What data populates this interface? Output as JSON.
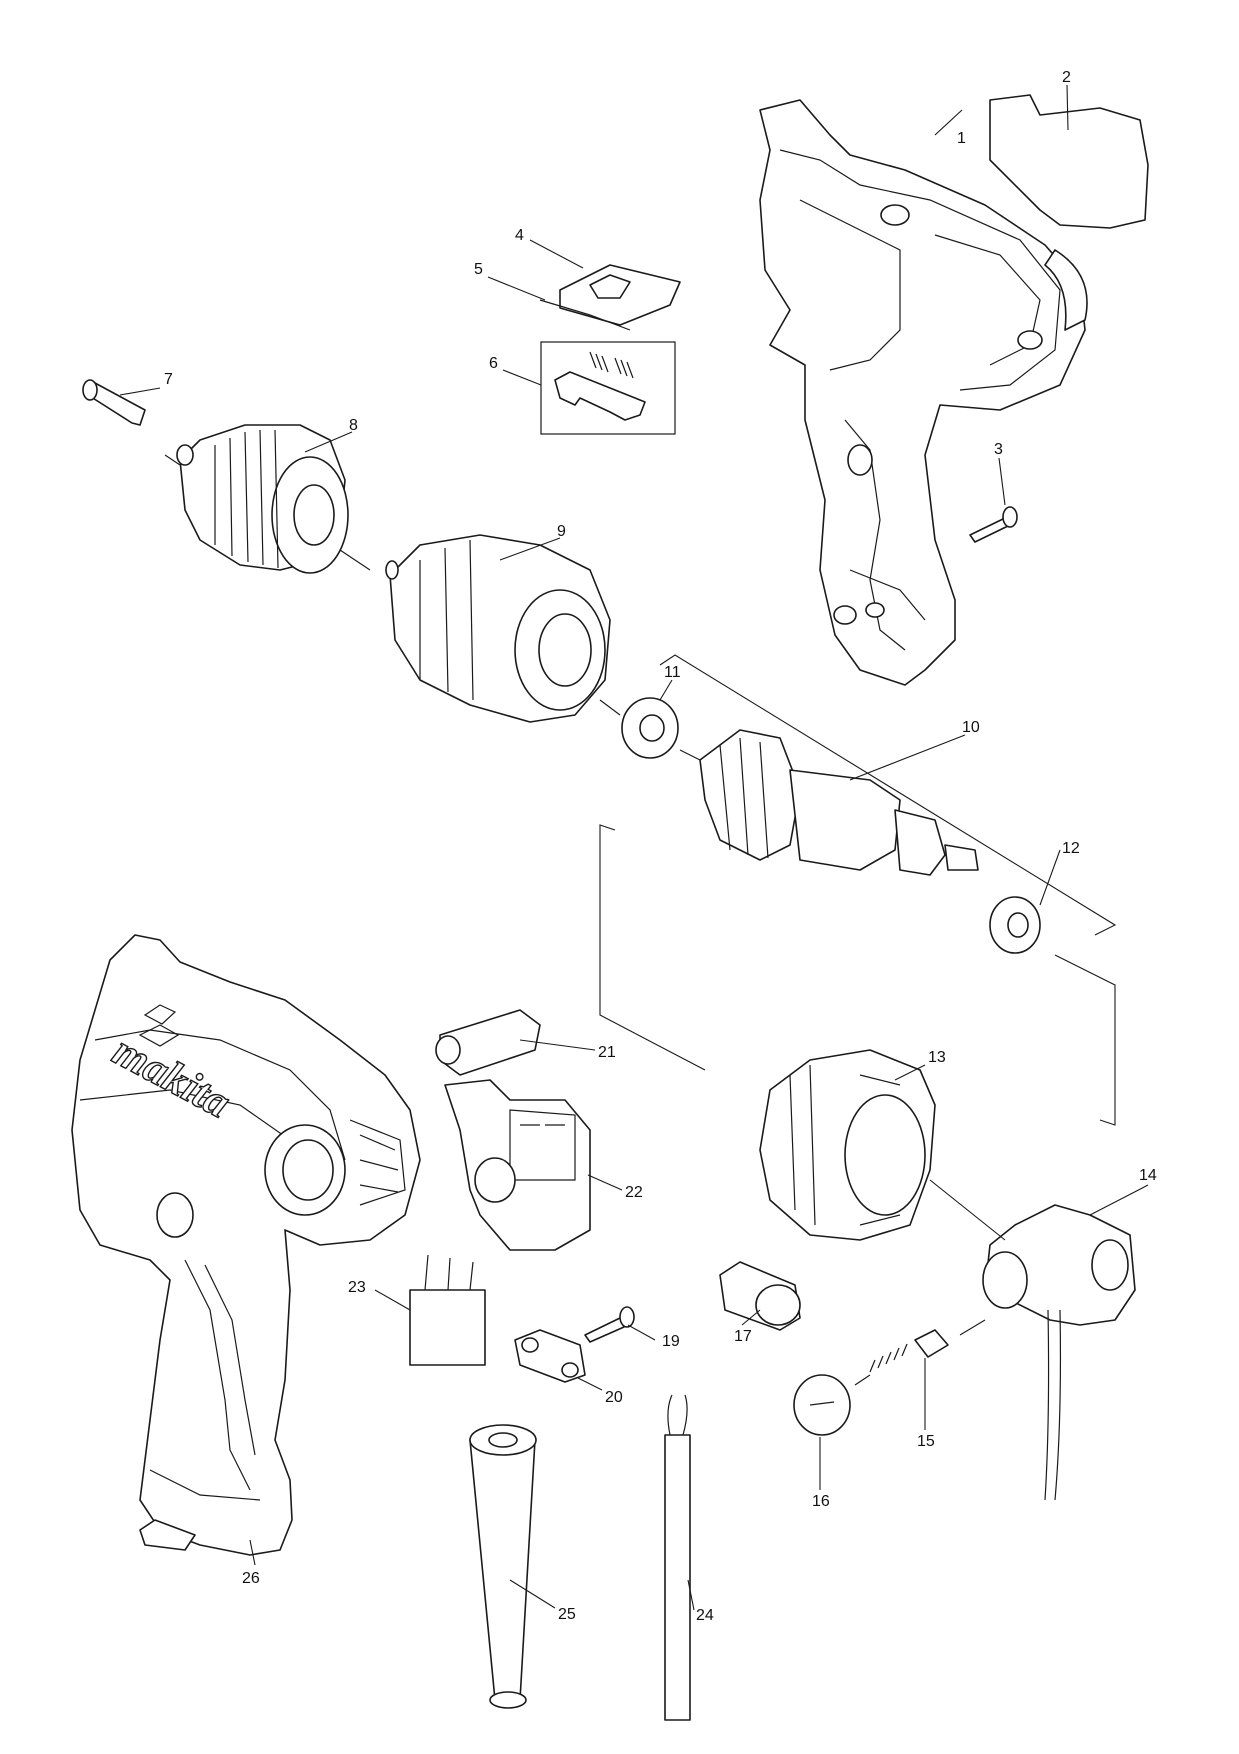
{
  "diagram": {
    "brand_logo": "makita",
    "callouts": [
      "1",
      "2",
      "3",
      "4",
      "5",
      "6",
      "7",
      "8",
      "9",
      "10",
      "11",
      "12",
      "13",
      "14",
      "15",
      "16",
      "17",
      "19",
      "20",
      "21",
      "22",
      "23",
      "24",
      "25",
      "26"
    ]
  }
}
